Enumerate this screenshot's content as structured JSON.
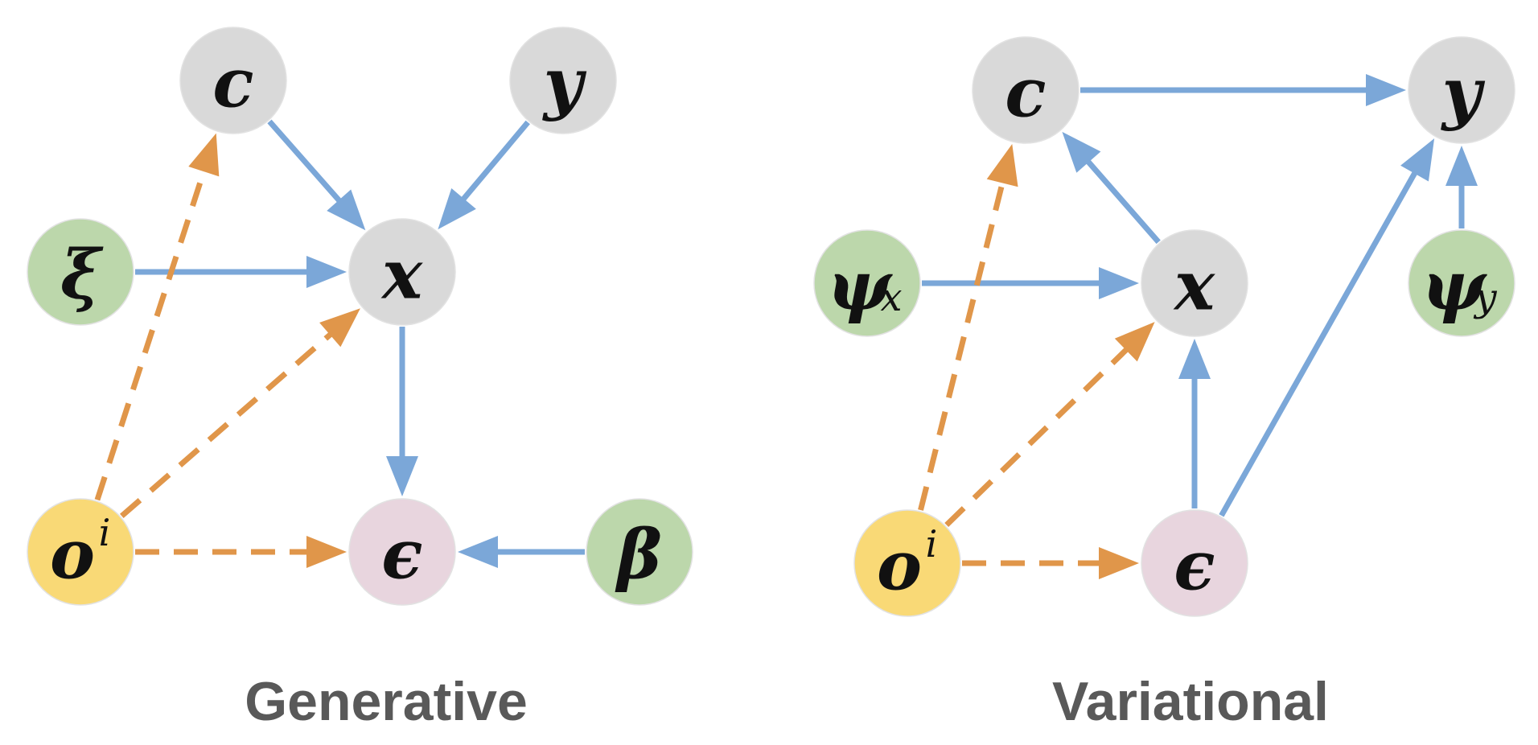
{
  "colors": {
    "observed_node": "#d9d9d9",
    "noise_node": "#bcd7ab",
    "object_node": "#f9d976",
    "epsilon_node": "#e8d5de",
    "edge_solid": "#7ba7d8",
    "edge_dashed": "#e0964a",
    "label_text": "#595959"
  },
  "panels": [
    {
      "id": "generative",
      "label": "Generative",
      "nodes": [
        {
          "id": "c",
          "symbol": "c",
          "sub": "",
          "sup": "",
          "kind": "observed"
        },
        {
          "id": "y",
          "symbol": "y",
          "sub": "",
          "sup": "",
          "kind": "observed"
        },
        {
          "id": "xi",
          "symbol": "ξ",
          "sub": "",
          "sup": "",
          "kind": "noise"
        },
        {
          "id": "x",
          "symbol": "x",
          "sub": "",
          "sup": "",
          "kind": "observed"
        },
        {
          "id": "o",
          "symbol": "o",
          "sub": "",
          "sup": "i",
          "kind": "object"
        },
        {
          "id": "eps",
          "symbol": "ϵ",
          "sub": "",
          "sup": "",
          "kind": "epsilon"
        },
        {
          "id": "beta",
          "symbol": "β",
          "sub": "",
          "sup": "",
          "kind": "noise"
        }
      ],
      "edges": [
        {
          "from": "c",
          "to": "x",
          "style": "solid"
        },
        {
          "from": "y",
          "to": "x",
          "style": "solid"
        },
        {
          "from": "xi",
          "to": "x",
          "style": "solid"
        },
        {
          "from": "x",
          "to": "eps",
          "style": "solid"
        },
        {
          "from": "beta",
          "to": "eps",
          "style": "solid"
        },
        {
          "from": "o",
          "to": "c",
          "style": "dashed"
        },
        {
          "from": "o",
          "to": "x",
          "style": "dashed"
        },
        {
          "from": "o",
          "to": "eps",
          "style": "dashed"
        }
      ]
    },
    {
      "id": "variational",
      "label": "Variational",
      "nodes": [
        {
          "id": "c",
          "symbol": "c",
          "sub": "",
          "sup": "",
          "kind": "observed"
        },
        {
          "id": "y",
          "symbol": "y",
          "sub": "",
          "sup": "",
          "kind": "observed"
        },
        {
          "id": "psix",
          "symbol": "ψ",
          "sub": "x",
          "sup": "",
          "kind": "noise"
        },
        {
          "id": "x",
          "symbol": "x",
          "sub": "",
          "sup": "",
          "kind": "observed"
        },
        {
          "id": "psiy",
          "symbol": "ψ",
          "sub": "y",
          "sup": "",
          "kind": "noise"
        },
        {
          "id": "o",
          "symbol": "o",
          "sub": "",
          "sup": "i",
          "kind": "object"
        },
        {
          "id": "eps",
          "symbol": "ϵ",
          "sub": "",
          "sup": "",
          "kind": "epsilon"
        }
      ],
      "edges": [
        {
          "from": "c",
          "to": "y",
          "style": "solid"
        },
        {
          "from": "x",
          "to": "c",
          "style": "solid"
        },
        {
          "from": "psix",
          "to": "x",
          "style": "solid"
        },
        {
          "from": "eps",
          "to": "x",
          "style": "solid"
        },
        {
          "from": "eps",
          "to": "y",
          "style": "solid"
        },
        {
          "from": "psiy",
          "to": "y",
          "style": "solid"
        },
        {
          "from": "o",
          "to": "c",
          "style": "dashed"
        },
        {
          "from": "o",
          "to": "x",
          "style": "dashed"
        },
        {
          "from": "o",
          "to": "eps",
          "style": "dashed"
        }
      ]
    }
  ]
}
